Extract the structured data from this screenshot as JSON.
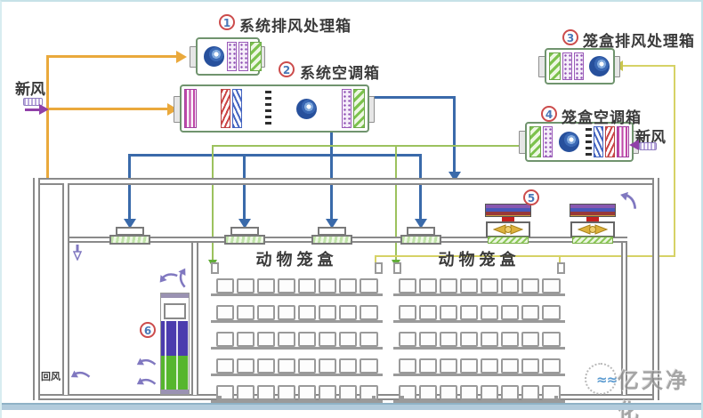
{
  "units": {
    "unit1": {
      "num": "1",
      "text": "系统排风处理箱"
    },
    "unit2": {
      "num": "2",
      "text": "系统空调箱"
    },
    "unit3": {
      "num": "3",
      "text": "笼盒排风处理箱"
    },
    "unit4": {
      "num": "4",
      "text": "笼盒空调箱"
    },
    "unit5": {
      "num": "5"
    },
    "unit6": {
      "num": "6"
    }
  },
  "labels": {
    "fresh_air_left": "新风",
    "fresh_air_right": "新风",
    "return_air": "回风",
    "rack1": "动物笼盒",
    "rack2": "动物笼盒"
  },
  "watermark": {
    "text": "亿天净化",
    "wave": "≈"
  },
  "racks": {
    "rows": 5,
    "cols": 8
  },
  "ahu_sections": {
    "box1": [
      "gap",
      "fan",
      "pfilter",
      "pfilter",
      "chevron"
    ],
    "box2": [
      "stripes-m",
      "gap",
      "stripes-r",
      "stripes-b",
      "gap",
      "damper",
      "gap",
      "fan",
      "gap",
      "pfilter",
      "chevron"
    ],
    "box3": [
      "chevron",
      "pfilter",
      "pfilter",
      "gap",
      "fan"
    ],
    "box4": [
      "chevron",
      "pfilter",
      "gap",
      "fan",
      "gap",
      "damper",
      "stripes-b",
      "stripes-r",
      "stripes-m"
    ]
  },
  "colors": {
    "wall_gray": "#8a8a8a",
    "duct_blue": "#3a6aaa",
    "duct_orange": "#eaa93c",
    "supply_green": "#9cc25e",
    "exhaust_yellow": "#d6d266",
    "arrow_purple": "#8078c0",
    "fresh_purple": "#9040a8",
    "circle_red": "#cc4c4c",
    "number_blue": "#4878b8"
  }
}
